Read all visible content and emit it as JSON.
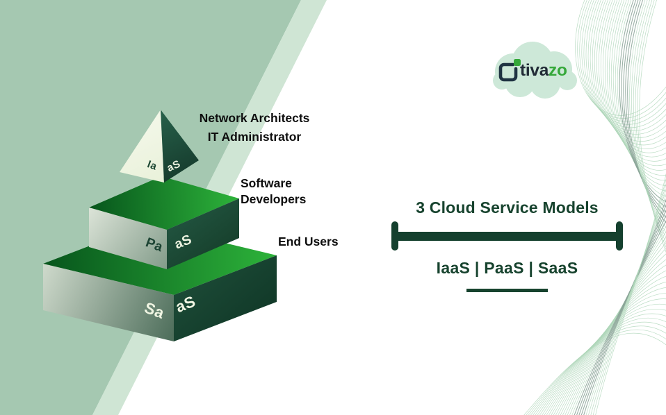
{
  "logo": {
    "text_dark": "tiva",
    "text_green": "zo",
    "icon": "checkbox-notch-icon"
  },
  "pyramid": {
    "tiers": [
      {
        "name": "IaaS",
        "left_text": "Ia",
        "right_text": "aS",
        "audience": [
          "Network Architects",
          "IT Administrator"
        ]
      },
      {
        "name": "PaaS",
        "left_text": "Pa",
        "right_text": "aS",
        "audience": [
          "Software",
          "Developers"
        ]
      },
      {
        "name": "SaaS",
        "left_text": "Sa",
        "right_text": "aS",
        "audience": [
          "End Users"
        ]
      }
    ]
  },
  "panel": {
    "title": "3 Cloud Service Models",
    "subtitle": "IaaS | PaaS | SaaS"
  },
  "colors": {
    "dark_green": "#17432e",
    "bright_green": "#2db33a",
    "deep_green_face": "#14402e",
    "sage_background": "#a5c8b1",
    "light_band": "#cfe5d4",
    "cream": "#f1f6e4",
    "cloud_mint": "#cde8d8",
    "logo_dark": "#212b36",
    "logo_green": "#35a83a",
    "label_black": "#0e0e0e",
    "swirl_light": "#aed6b8",
    "swirl_dark": "#8aa396"
  }
}
